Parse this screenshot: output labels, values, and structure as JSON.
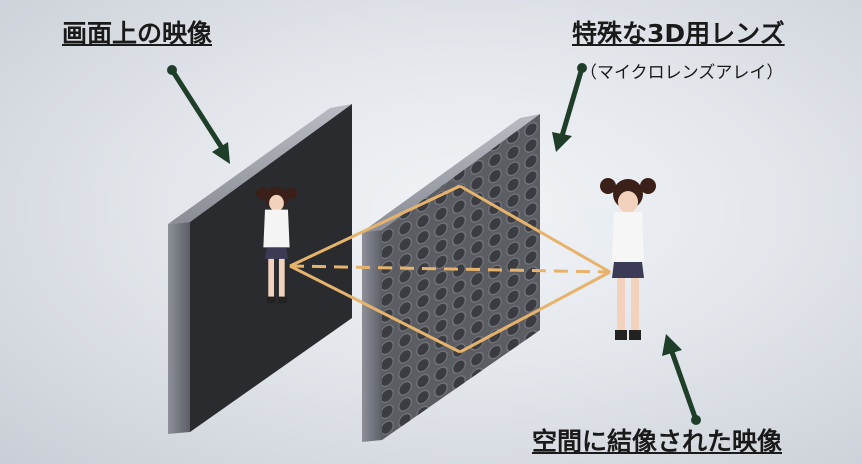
{
  "labels": {
    "screen_image": "画面上の映像",
    "lens_title": "特殊な3D用レンズ",
    "lens_subtitle": "（マイクロレンズアレイ）",
    "aerial_image": "空間に結像された映像"
  },
  "colors": {
    "arrow": "#1f3e2a",
    "ray": "#e4b06a",
    "panel_face": "#2b2b2d",
    "lens_face": "#5a5c62",
    "lens_cell": "#3a3b40"
  },
  "icons": {
    "figure": "anime-girl-figure"
  }
}
